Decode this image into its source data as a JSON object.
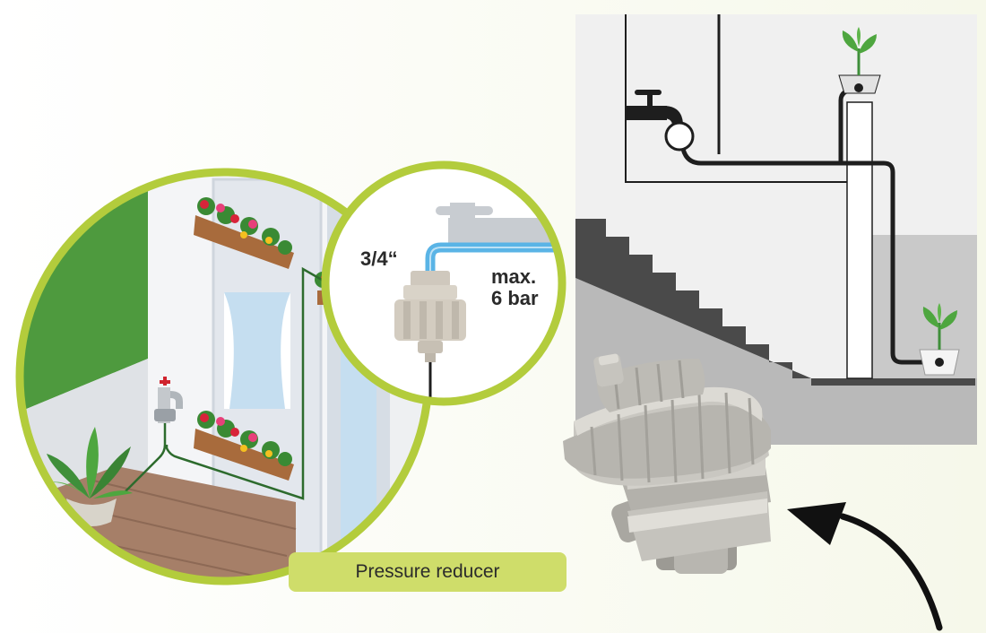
{
  "labels": {
    "inlet_size": "3/4“",
    "max_pressure_line1": "max.",
    "max_pressure_line2": "6 bar",
    "caption": "Pressure reducer"
  },
  "colors": {
    "accent_green": "#b3cc3c",
    "caption_bg": "#cfdd6a",
    "pipe_blue": "#5ab4e6",
    "plant_green": "#4a9c3c",
    "wall_green": "#4e9a3e",
    "floor_brown": "#a67f68",
    "diagram_gray": "#b5b5b5",
    "line_dark": "#1e1e1e"
  }
}
